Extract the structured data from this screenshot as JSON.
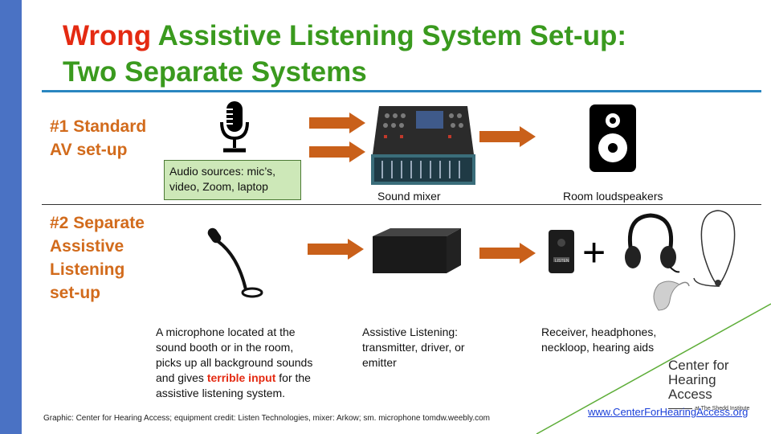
{
  "title": {
    "wrong_word": "Wrong",
    "line1_rest": " Assistive Listening System Set-up:",
    "line2": "Two Separate Systems"
  },
  "section1": {
    "label_line1": "#1 Standard",
    "label_line2": "AV set-up",
    "audio_sources_line1": "Audio sources: mic’s,",
    "audio_sources_line2": "video, Zoom, laptop",
    "mixer_caption": "Sound mixer",
    "speakers_caption": "Room loudspeakers"
  },
  "section2": {
    "label_line1": "#2 Separate",
    "label_line2": "Assistive",
    "label_line3": "Listening",
    "label_line4": "set-up",
    "mic_caption_line1": "A microphone located at the",
    "mic_caption_line2": "sound booth or in the room,",
    "mic_caption_line3": "picks up all background sounds",
    "mic_caption_line4_pre": "and gives ",
    "mic_caption_line4_red": "terrible input",
    "mic_caption_line4_post": " for the",
    "mic_caption_line5": "assistive listening system.",
    "transmitter_caption_line1": "Assistive Listening:",
    "transmitter_caption_line2": "transmitter, driver, or",
    "transmitter_caption_line3": "emitter",
    "receiver_caption_line1": "Receiver, headphones,",
    "receiver_caption_line2": "neckloop, hearing aids",
    "plus_sign": "+",
    "device_brand": "LISTEN"
  },
  "footer": {
    "credit": "Graphic: Center for Hearing Access; equipment credit: Listen Technologies, mixer: Arkow; sm. microphone tomdw.weebly.com",
    "url": "www.CenterForHearingAccess.org",
    "logo_line1": "Center for",
    "logo_line2": "Hearing Access",
    "logo_sub": "at The Shedd Institute"
  },
  "colors": {
    "accent_blue": "#4a72c4",
    "title_green": "#3a9a1e",
    "wrong_red": "#e42a12",
    "label_orange": "#d26b1c",
    "arrow_orange": "#c9601a",
    "box_green": "#cde8b8"
  },
  "icons": [
    "microphone-icon",
    "sound-mixer-image",
    "loudspeaker-icon",
    "gooseneck-microphone-icon",
    "transmitter-image",
    "receiver-image",
    "headphones-image",
    "neckloop-image",
    "hearing-aid-image"
  ]
}
